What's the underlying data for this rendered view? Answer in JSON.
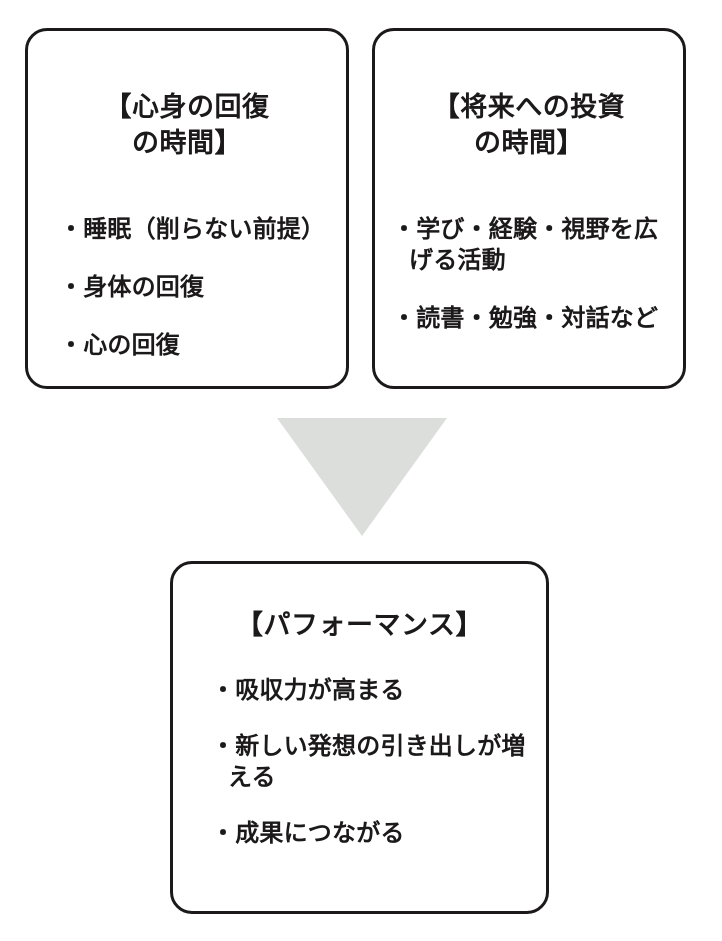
{
  "diagram": {
    "arrow": {
      "icon": "triangle-down-arrow",
      "color": "#dcdedc",
      "direction": "down"
    },
    "boxes": [
      {
        "id": "recovery",
        "title": "【心身の回復\nの時間】",
        "items": [
          "睡眠（削らない前提）",
          "身体の回復",
          "心の回復"
        ]
      },
      {
        "id": "investment",
        "title": "【将来への投資\nの時間】",
        "items": [
          "学び・経験・視野を広げる活動",
          "読書・勉強・対話など"
        ]
      },
      {
        "id": "performance",
        "title": "【パフォーマンス】",
        "items": [
          "吸収力が高まる",
          "新しい発想の引き出しが増える",
          "成果につながる"
        ]
      }
    ],
    "bullet_mark": "・",
    "colors": {
      "border": "#1b1919",
      "text": "#1b1919",
      "background": "#ffffff",
      "arrow": "#dcdedc"
    }
  }
}
